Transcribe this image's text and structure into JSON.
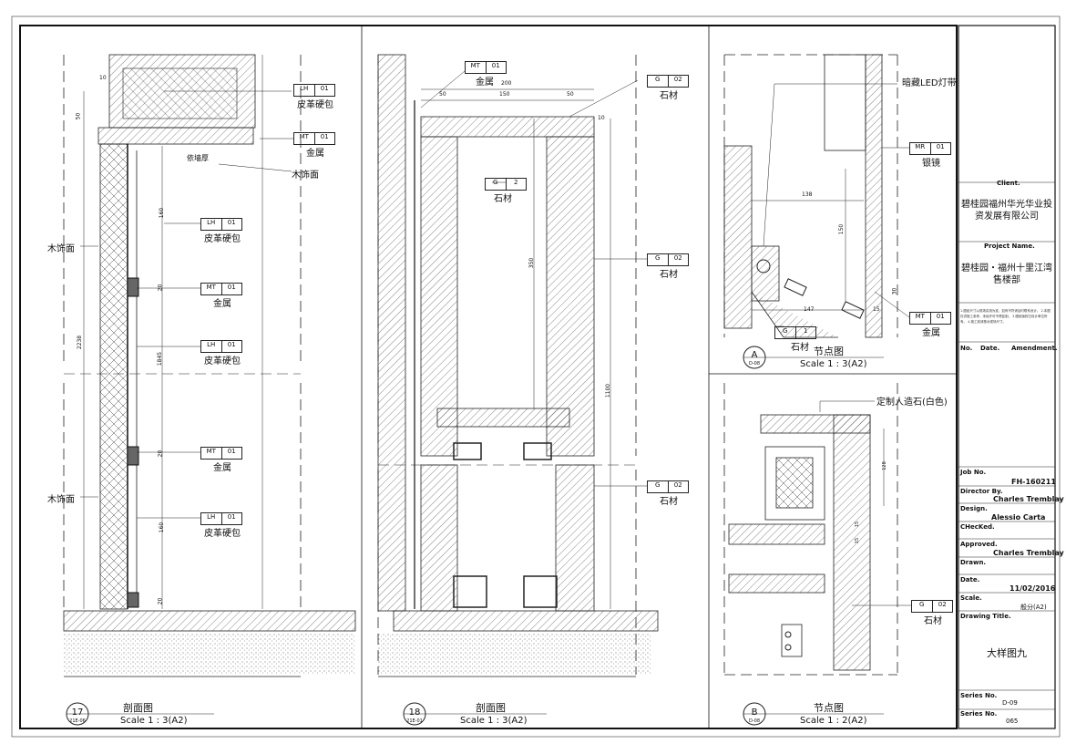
{
  "panels": {
    "p17": {
      "number": "17",
      "sheet_ref": "21E-06",
      "title": "剖面图",
      "scale": "Scale 1 : 3(A2)",
      "dims": [
        "10",
        "50",
        "160",
        "20",
        "1845",
        "20",
        "160",
        "20",
        "2238"
      ],
      "note": "依墙厚",
      "callouts": [
        {
          "code": "LH",
          "num": "01",
          "label": "皮革硬包"
        },
        {
          "code": "MT",
          "num": "01",
          "label": "金属"
        },
        {
          "code": "LH",
          "num": "01",
          "label": "皮革硬包"
        },
        {
          "code": "MT",
          "num": "01",
          "label": "金属"
        },
        {
          "code": "LH",
          "num": "01",
          "label": "皮革硬包"
        },
        {
          "code": "MT",
          "num": "01",
          "label": "金属"
        },
        {
          "code": "LH",
          "num": "01",
          "label": "皮革硬包"
        }
      ],
      "side_labels": [
        "木饰面",
        "木饰面",
        "木饰面"
      ]
    },
    "p18": {
      "number": "18",
      "sheet_ref": "21E-01",
      "title": "剖面图",
      "scale": "Scale 1 : 3(A2)",
      "dims": [
        "200",
        "50",
        "150",
        "50",
        "10",
        "350",
        "1100"
      ],
      "callouts": [
        {
          "code": "MT",
          "num": "01",
          "label": "金属"
        },
        {
          "code": "G",
          "num": "02",
          "label": "石材"
        },
        {
          "code": "G",
          "num": "2",
          "label": "石材"
        },
        {
          "code": "G",
          "num": "02",
          "label": "石材"
        },
        {
          "code": "G",
          "num": "02",
          "label": "石材"
        }
      ]
    },
    "pA": {
      "number": "A",
      "sheet_ref": "D-08",
      "title": "节点图",
      "scale": "Scale 1 : 3(A2)",
      "note": "暗藏LED灯带",
      "dims": [
        "138",
        "150",
        "147",
        "15",
        "30"
      ],
      "callouts": [
        {
          "code": "MR",
          "num": "01",
          "label": "银镜"
        },
        {
          "code": "G",
          "num": "1",
          "label": "石材"
        },
        {
          "code": "MT",
          "num": "01",
          "label": "金属"
        }
      ]
    },
    "pB": {
      "number": "B",
      "sheet_ref": "D-08",
      "title": "节点图",
      "scale": "Scale 1 : 2(A2)",
      "note": "定制人造石(白色)",
      "dims": [
        "128",
        "15",
        "15"
      ],
      "callouts": [
        {
          "code": "G",
          "num": "02",
          "label": "石材"
        }
      ]
    }
  },
  "title_block": {
    "client_label": "Client.",
    "client": "碧桂园福州华光华业投资发展有限公司",
    "project_label": "Project Name.",
    "project": "碧桂园・福州十里江湾售楼部",
    "notes": "1.图纸尺寸以现场实测为准，如有不符请及时联系设计。 2.本图仅供施工参考，未经许可不得复制。 3.图纸版权归设计单位所有。 4.施工前请核对现场尺寸。",
    "amend_no": "No.",
    "amend_date": "Date.",
    "amend_amendment": "Amendment.",
    "job_no_label": "Job No.",
    "job_no": "FH-160211",
    "director_label": "Director By.",
    "director": "Charles Tremblay",
    "design_label": "Design.",
    "design": "Alessio Carta",
    "checked_label": "CHecKed.",
    "approved_label": "Approved.",
    "approved": "Charles Tremblay",
    "drawn_label": "Drawn.",
    "date_label": "Date.",
    "date": "11/02/2016",
    "scale_label": "Scale.",
    "scale": "般分(A2)",
    "drawing_title_label": "Drawing Title.",
    "drawing_title": "大样图九",
    "series_label": "Series No.",
    "series": "D-09",
    "series2_label": "Series No.",
    "series2": "065"
  }
}
